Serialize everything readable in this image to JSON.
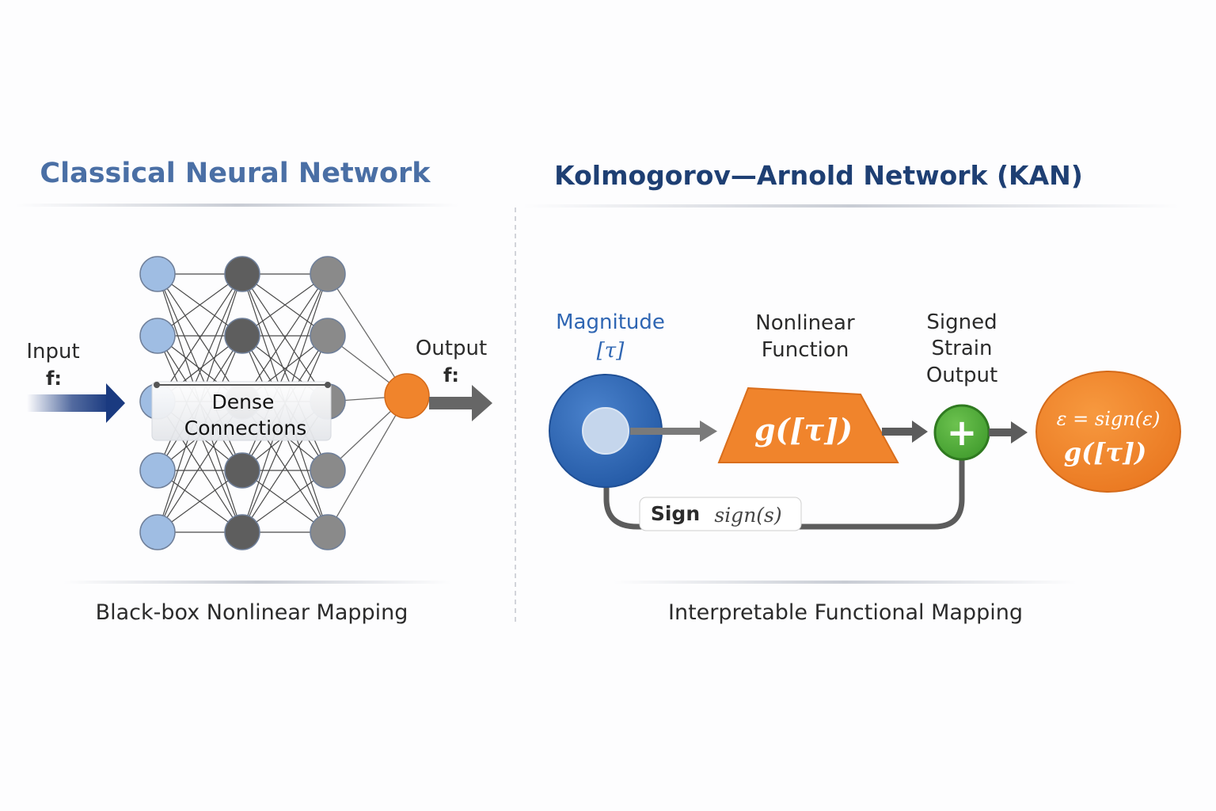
{
  "left_panel": {
    "title": "Classical Neural Network",
    "input_label": "Input",
    "input_symbol": "f:",
    "output_label": "Output",
    "output_symbol": "f:",
    "dense_label_line1": "Dense",
    "dense_label_line2": "Connections",
    "caption": "Black-box Nonlinear Mapping",
    "layers": [
      {
        "name": "input",
        "nodes": 5,
        "color": "#9fbde3"
      },
      {
        "name": "hidden-1",
        "nodes": 5,
        "color": "#5e5e5e"
      },
      {
        "name": "hidden-2",
        "nodes": 5,
        "color": "#8a8a8a"
      },
      {
        "name": "output",
        "nodes": 1,
        "color": "#f0842c"
      }
    ]
  },
  "right_panel": {
    "title": "Kolmogorov—Arnold Network (KAN)",
    "magnitude_label": "Magnitude",
    "magnitude_symbol": "[τ]",
    "nonlinear_label_line1": "Nonlinear",
    "nonlinear_label_line2": "Function",
    "function_text": "g([τ])",
    "signed_label_line1": "Signed",
    "signed_label_line2": "Strain",
    "signed_label_line3": "Output",
    "sum_symbol": "+",
    "output_formula_line1": "ε = sign(ε)",
    "output_formula_line2": "g([τ])",
    "sign_label": "Sign",
    "sign_formula": "sign(s)",
    "caption": "Interpretable Functional Mapping"
  },
  "colors": {
    "left_title": "#4a6fa5",
    "right_title": "#1e3f73",
    "magnitude_blue": "#2f66b3",
    "orange": "#f0842c",
    "green": "#4fae38",
    "arrow_gray": "#666666",
    "text_dark": "#2b2b2b",
    "input_arrow": "#1a3a80"
  }
}
